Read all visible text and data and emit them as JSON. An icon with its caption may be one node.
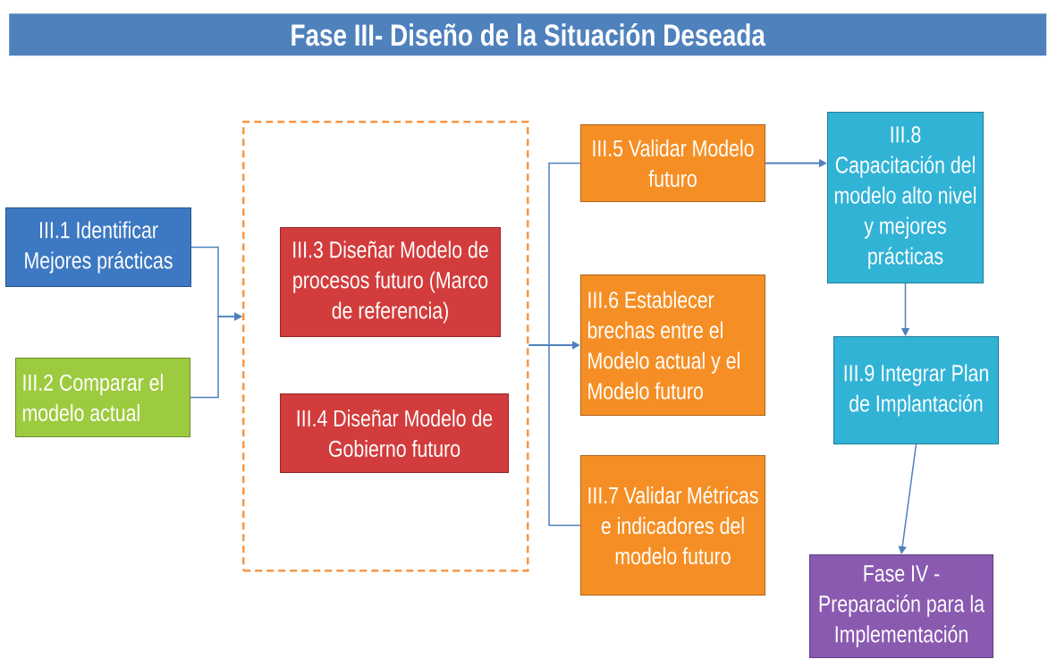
{
  "diagram": {
    "title": "Fase III- Diseño de la Situación Deseada",
    "nodes": [
      {
        "text": [
          "III.1 Identificar Mejores prácticas"
        ]
      },
      {
        "text": [
          "III.2 Comparar el modelo actual"
        ]
      },
      {
        "text": [],
        "shape": "box"
      },
      {
        "text": [
          "III.3 Diseñar Modelo de procesos futuro (Marco de referencia)"
        ],
        "in": 2
      },
      {
        "text": [
          "III.4 Diseñar Modelo de Gobierno futuro"
        ],
        "in": 2
      },
      {
        "text": [
          "III.5 Validar Modelo futuro"
        ]
      },
      {
        "text": [
          "III.6 Establecer brechas entre el Modelo actual y el Modelo futuro"
        ]
      },
      {
        "text": [
          "III.7 Validar Métricas e indicadores del modelo futuro"
        ]
      },
      {
        "text": [
          "III.8 Capacitación del modelo alto nivel y mejores prácticas"
        ]
      },
      {
        "text": [
          "III.9 Integrar Plan de Implantación"
        ]
      },
      {
        "text": [
          "Fase IV - Preparación para la Implementación"
        ]
      }
    ],
    "edges": [
      {
        "from": 0,
        "to": 2,
        "arrow": "to"
      },
      {
        "from": 1,
        "to": 2,
        "arrow": "to"
      },
      {
        "from": 2,
        "to": 5,
        "arrow": "none"
      },
      {
        "from": 2,
        "to": 6,
        "arrow": "to"
      },
      {
        "from": 2,
        "to": 7,
        "arrow": "none"
      },
      {
        "from": 5,
        "to": 8,
        "arrow": "to"
      },
      {
        "from": 8,
        "to": 9,
        "arrow": "to"
      },
      {
        "from": 9,
        "to": 10,
        "arrow": "to"
      }
    ]
  }
}
